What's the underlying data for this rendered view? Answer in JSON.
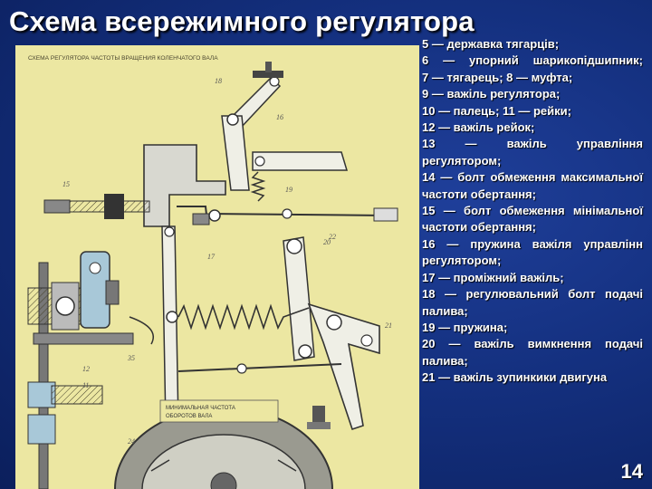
{
  "slide": {
    "title": "Схема всережимного регулятора",
    "page_number": "14"
  },
  "diagram": {
    "caption": "СХЕМА РЕГУЛЯТОРА ЧАСТОТЫ ВРАЩЕНИЯ КОЛЕНЧАТОГО ВАЛА",
    "inset_line_1": "МИНИМАЛЬНАЯ ЧАСТОТА",
    "inset_line_2": "ОБОРОТОВ ВАЛА",
    "callouts": [
      "18",
      "16",
      "19",
      "15",
      "20",
      "17",
      "22",
      "12",
      "11",
      "21",
      "35",
      "24"
    ]
  },
  "legend": {
    "items": [
      "5 — державка тягарців;",
      "6 — упорний шарикопідшипник;",
      "7 — тягарець; 8 — муфта;",
      "9 — важіль регулятора;",
      "10 — палець; 11 — рейки;",
      "12 — важіль рейок;",
      "13 — важіль управління регулятором;",
      "14 — болт обмеження максимальної частоти обертання;",
      "15 — болт обмеження мінімальної частоти обертання;",
      "16 — пружина важіля управлінн регулятором;",
      "17 — проміжний важіль;",
      "18 — регулювальний болт подачі палива;",
      "19 — пружина;",
      "20 — важіль вимкнення подачі палива;",
      "21 — важіль зупинкики двигуна"
    ]
  },
  "colors": {
    "background": "#14307f",
    "diagram_paper": "#ece7a2",
    "text": "#ffffff"
  }
}
